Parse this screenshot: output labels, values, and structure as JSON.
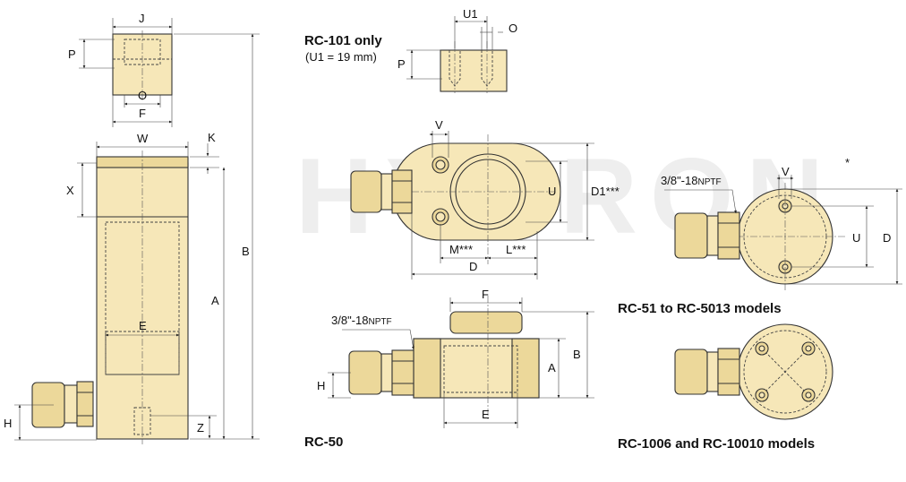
{
  "watermark": "HYDRON",
  "labels": {
    "J": "J",
    "P": "P",
    "O": "O",
    "F": "F",
    "W": "W",
    "K": "K",
    "X": "X",
    "B": "B",
    "A": "A",
    "E": "E",
    "H": "H",
    "Z": "Z",
    "U1": "U1",
    "V": "V",
    "U": "U",
    "D1": "D1***",
    "M": "M***",
    "L": "L***",
    "D": "D",
    "thread_prefix": "3/8\"-18",
    "thread_suffix": "NPTF"
  },
  "captions": {
    "rc101_title": "RC-101 only",
    "rc101_note": "(U1 = 19 mm)",
    "rc50": "RC-50",
    "rc51": "RC-51 to RC-5013 models",
    "rc1006": "RC-1006 and RC-10010 models",
    "footnote_mark": "*"
  }
}
